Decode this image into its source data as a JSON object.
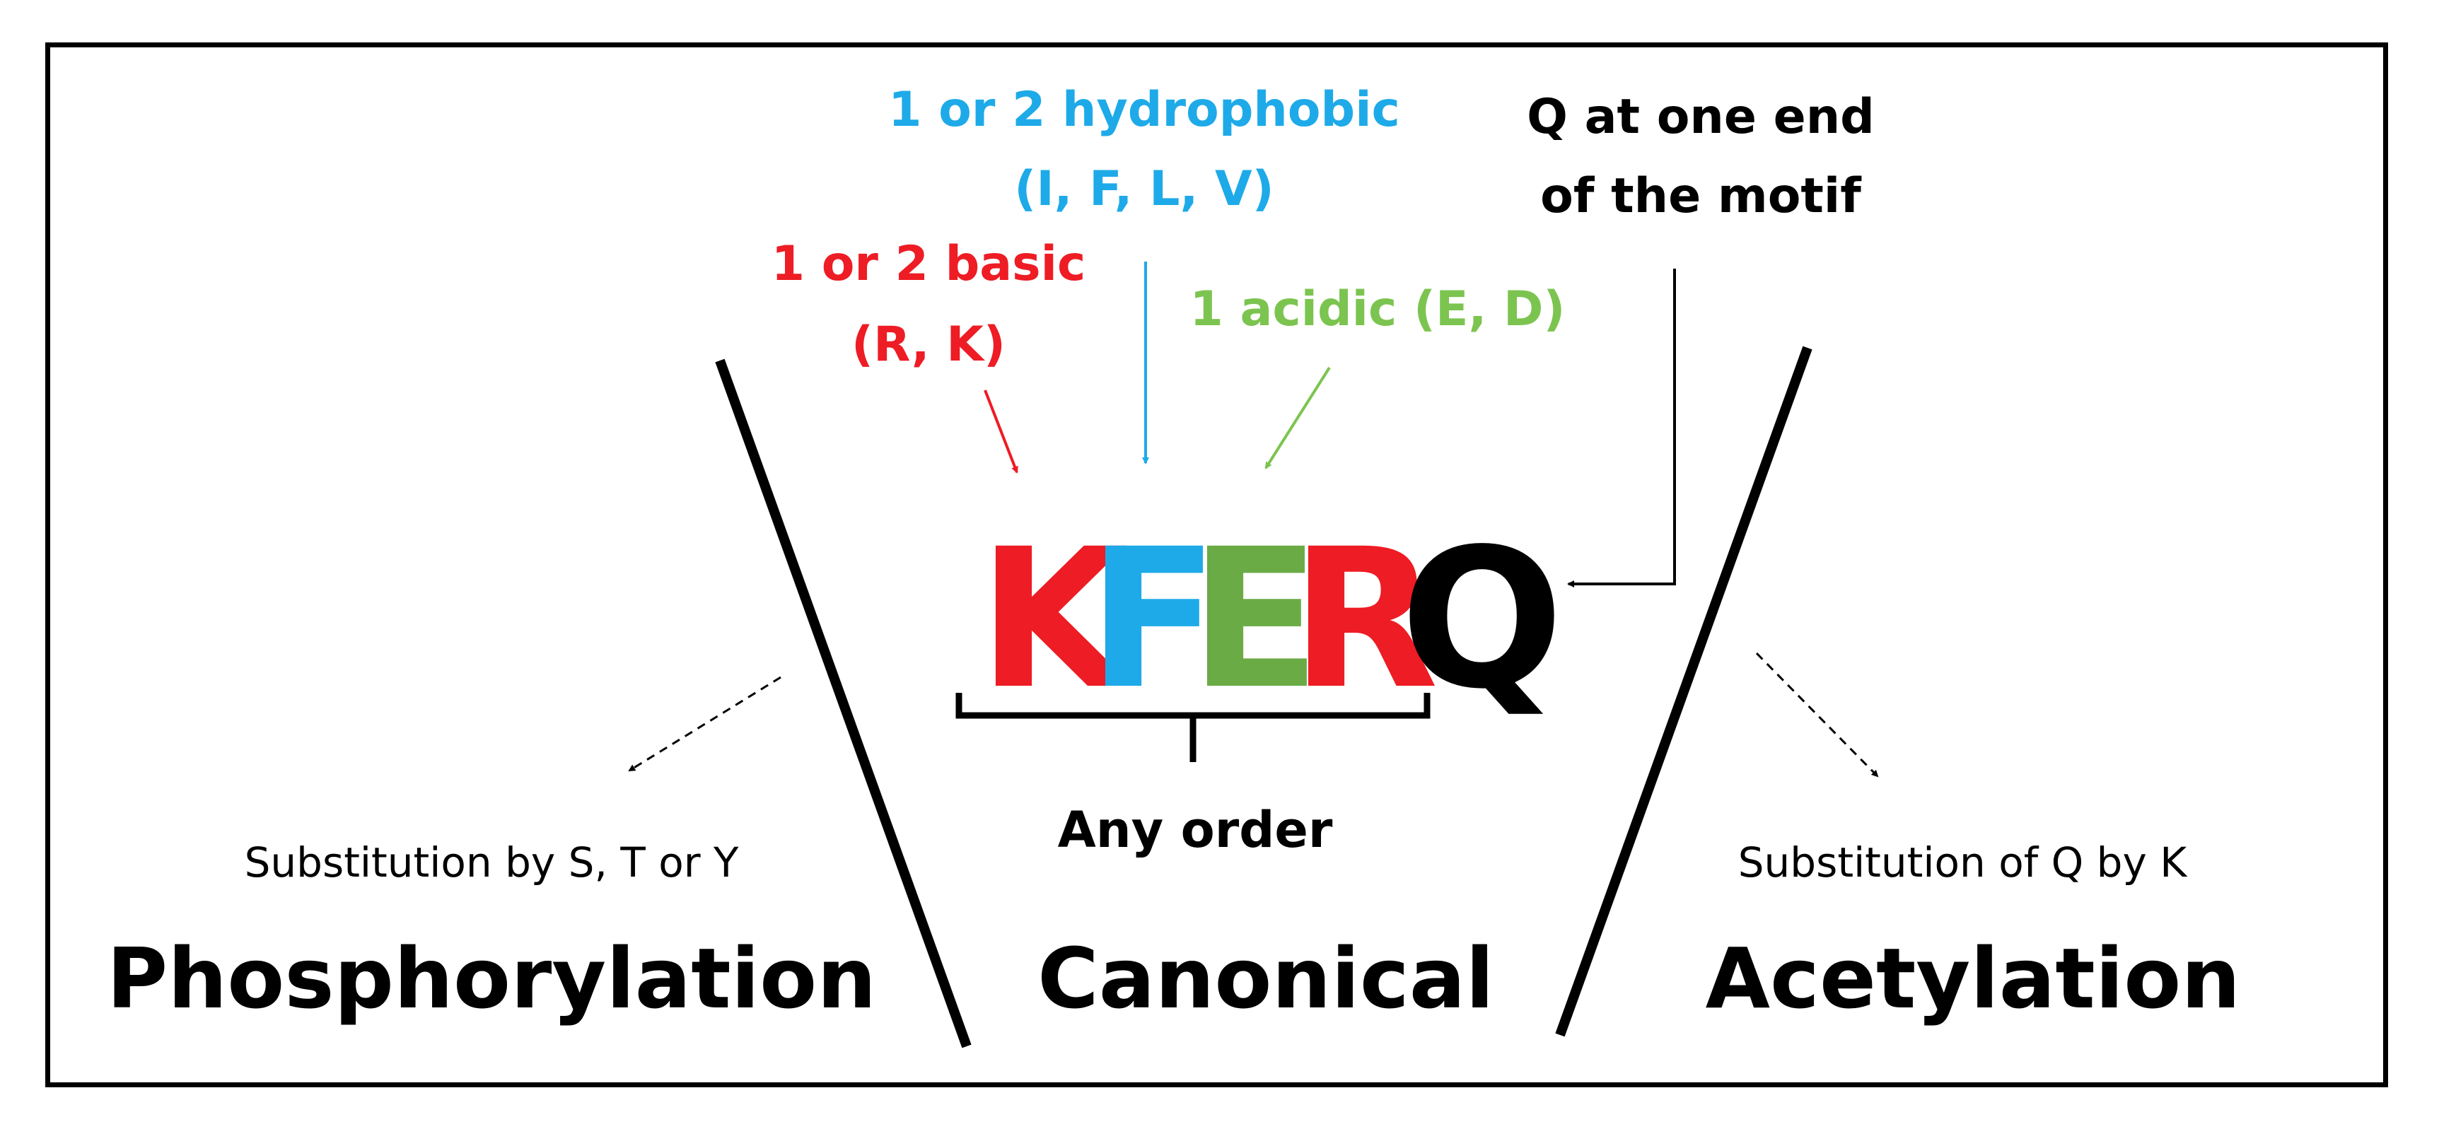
{
  "colors": {
    "basic": "#ee1c24",
    "hydrophobic": "#1eaae8",
    "acidic": "#7cc450",
    "acidic_letter": "#6aab46",
    "default": "#000000",
    "frame": "#000000"
  },
  "annotations": {
    "hydrophobic_line1": "1 or 2 hydrophobic",
    "hydrophobic_line2": "(I, F, L, V)",
    "basic_line1": "1 or 2 basic",
    "basic_line2": "(R, K)",
    "acidic_line1": "1 acidic (E, D)",
    "q_line1": "Q at one end",
    "q_line2": "of the motif",
    "any_order": "Any order"
  },
  "motif": {
    "letters": [
      {
        "char": "K",
        "role": "basic"
      },
      {
        "char": "F",
        "role": "hydrophobic"
      },
      {
        "char": "E",
        "role": "acidic"
      },
      {
        "char": "R",
        "role": "basic"
      },
      {
        "char": "Q",
        "role": "default"
      }
    ]
  },
  "sections": {
    "left": {
      "subtitle": "Substitution by S, T or Y",
      "title": "Phosphorylation"
    },
    "center": {
      "title": "Canonical"
    },
    "right": {
      "subtitle": "Substitution of Q by K",
      "title": "Acetylation"
    }
  }
}
